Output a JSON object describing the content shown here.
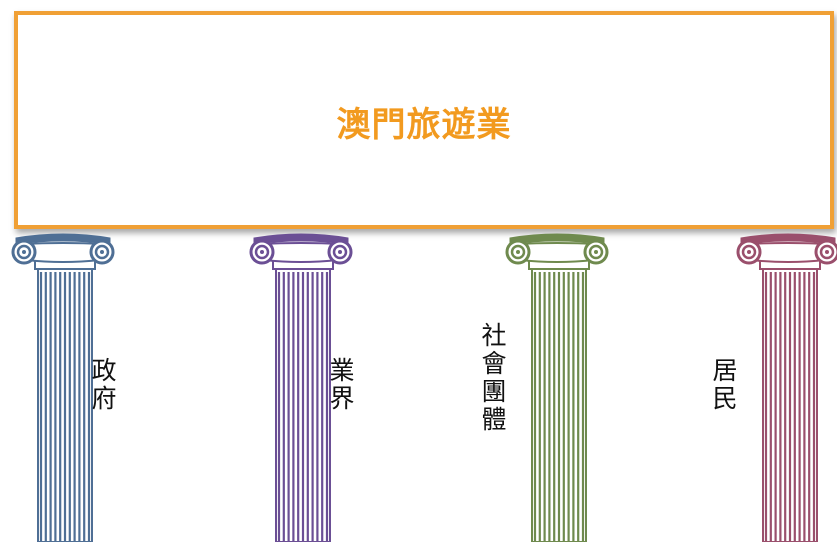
{
  "title": "澳門旅遊業",
  "pillars": [
    {
      "label": "政府",
      "color": "#4f6f95"
    },
    {
      "label": "業界",
      "color": "#6b4f95"
    },
    {
      "label": "社會團體",
      "color": "#6f8a4e"
    },
    {
      "label": "居民",
      "color": "#9a4f6c"
    }
  ]
}
